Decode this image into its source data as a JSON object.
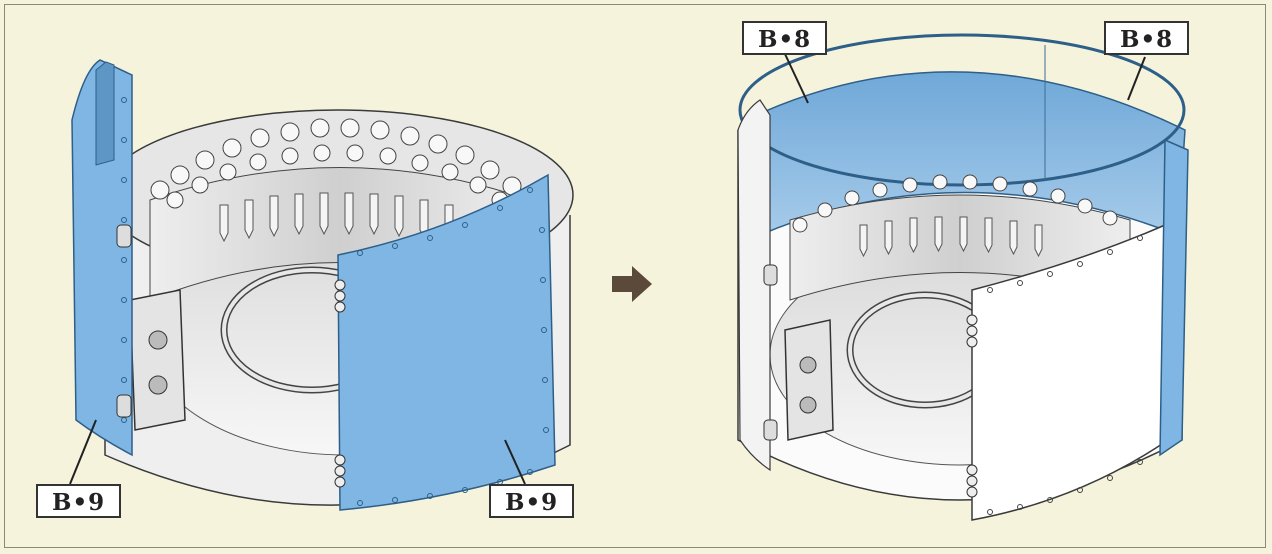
{
  "labels": {
    "left_b9_left": "B•9",
    "left_b9_right": "B•9",
    "right_b8_left": "B•8",
    "right_b8_right": "B•8"
  },
  "icons": {
    "step_arrow": "right-arrow-icon"
  },
  "colors": {
    "background": "#f6f3dc",
    "highlight_part": "#7fb6e3",
    "part_outline": "#3a3a3a"
  }
}
